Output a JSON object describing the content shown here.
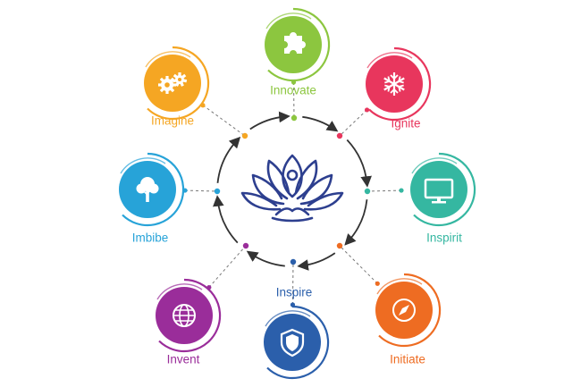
{
  "colors": {
    "ring": "#333333",
    "lotus": "#2d3f8f",
    "dashed": "#777777"
  },
  "nodes": [
    {
      "id": "innovate",
      "label": "Innovate",
      "icon": "puzzle-icon",
      "color": "#8cc63f",
      "dark": "#6fa82e"
    },
    {
      "id": "ignite",
      "label": "Ignite",
      "icon": "snowflake-icon",
      "color": "#e8365d",
      "dark": "#c5264a"
    },
    {
      "id": "inspirit",
      "label": "Inspirit",
      "icon": "monitor-icon",
      "color": "#35b7a1",
      "dark": "#259684"
    },
    {
      "id": "initiate",
      "label": "Initiate",
      "icon": "compass-icon",
      "color": "#ee6c22",
      "dark": "#c9551a"
    },
    {
      "id": "inspire",
      "label": "Inspire",
      "icon": "shield-icon",
      "color": "#2b5fab",
      "dark": "#1e478a"
    },
    {
      "id": "invent",
      "label": "Invent",
      "icon": "globe-icon",
      "color": "#9a2d9a",
      "dark": "#7a1f7a"
    },
    {
      "id": "imbibe",
      "label": "Imbibe",
      "icon": "tree-icon",
      "color": "#27a3d8",
      "dark": "#1a83b3"
    },
    {
      "id": "imagine",
      "label": "Imagine",
      "icon": "gears-icon",
      "color": "#f5a623",
      "dark": "#d98c12"
    }
  ],
  "center": {
    "icon": "lotus-icon"
  }
}
